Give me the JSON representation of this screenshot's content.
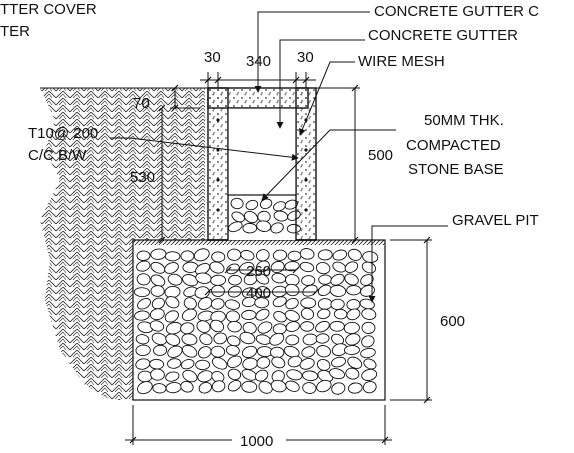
{
  "labels": {
    "gutter_cover_left": "TTER COVER",
    "gutter_left": "TER",
    "concrete_gutter_top": "CONCRETE GUTTER C",
    "concrete_gutter": "CONCRETE GUTTER",
    "wire_mesh": "WIRE MESH",
    "rebar_line1": "T10@ 200",
    "rebar_line2": "C/C B/W",
    "stone_line1": "50MM THK.",
    "stone_line2": "COMPACTED",
    "stone_line3": "STONE BASE",
    "gravel_pit": "GRAVEL PIT"
  },
  "dimensions": {
    "wall_left": "30",
    "inner_width": "340",
    "wall_right": "30",
    "cover_thickness": "70",
    "gutter_depth": "530",
    "side_height": "500",
    "inner_base": "260",
    "pit_inner": "400",
    "pit_depth": "600",
    "pit_width": "1000"
  },
  "colors": {
    "ink": "#111111",
    "background": "#ffffff"
  }
}
